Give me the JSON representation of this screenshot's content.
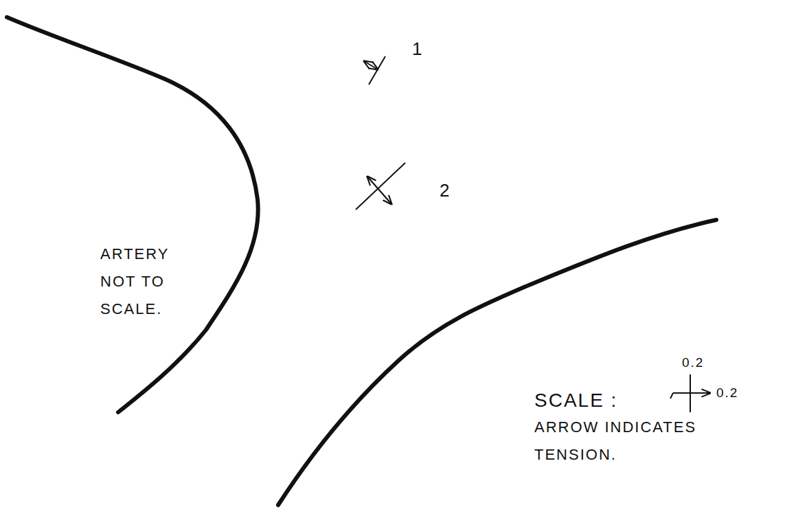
{
  "diagram": {
    "labels": [
      "1",
      "2",
      "ARTERY NOT TO SCALE.",
      "SCALE :",
      "0.2",
      "0.2",
      "ARROW INDICATES TENSION."
    ]
  }
}
